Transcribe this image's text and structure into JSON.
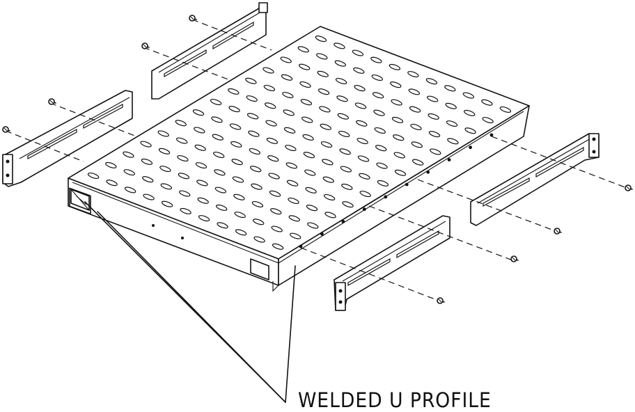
{
  "callout": {
    "text": "WELDED U PROFILE"
  },
  "parts": {
    "shelf": "perforated-shelf",
    "rails": [
      "rear-left-rail",
      "front-left-rail",
      "rear-right-rail",
      "front-right-rail"
    ],
    "screws": 8
  }
}
